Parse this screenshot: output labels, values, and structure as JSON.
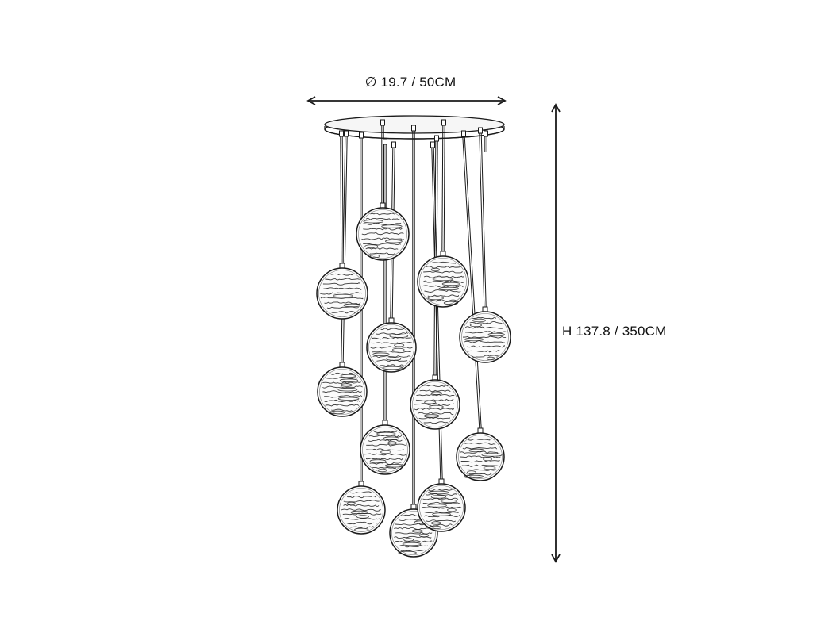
{
  "dimensions": {
    "diameter_label": "∅ 19.7 / 50CM",
    "height_label": "H 137.8 / 350CM"
  },
  "colors": {
    "line": "#1a1a1a",
    "canopy_fill": "#f6f6f6",
    "globe_fill": "#fbfbfb"
  },
  "pendant_count": 13
}
